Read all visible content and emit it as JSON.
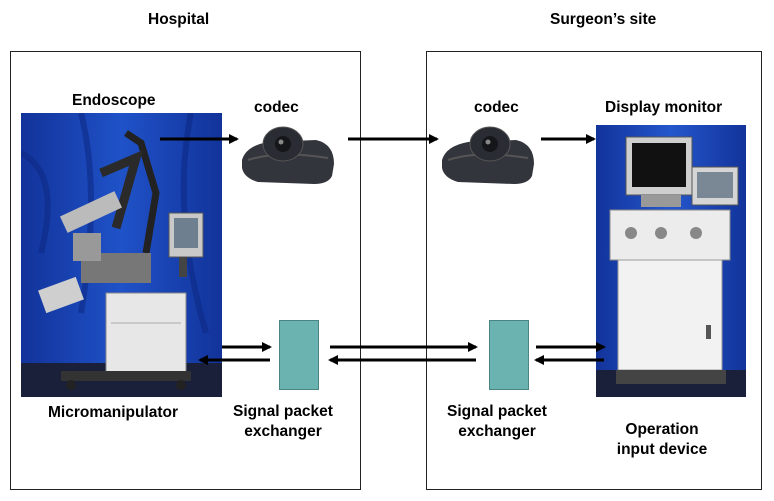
{
  "sites": {
    "hospital": "Hospital",
    "surgeon": "Surgeon’s site"
  },
  "labels": {
    "endoscope": "Endoscope",
    "codec_left": "codec",
    "codec_right": "codec",
    "display_monitor": "Display monitor",
    "micromanipulator": "Micromanipulator",
    "spx_left": "Signal packet exchanger",
    "spx_right": "Signal packet exchanger",
    "operation_input": "Operation input device"
  },
  "colors": {
    "photo_backdrop": "#1b45b8",
    "signal_exchanger": "#6bb3b0",
    "arrow": "#000000"
  }
}
